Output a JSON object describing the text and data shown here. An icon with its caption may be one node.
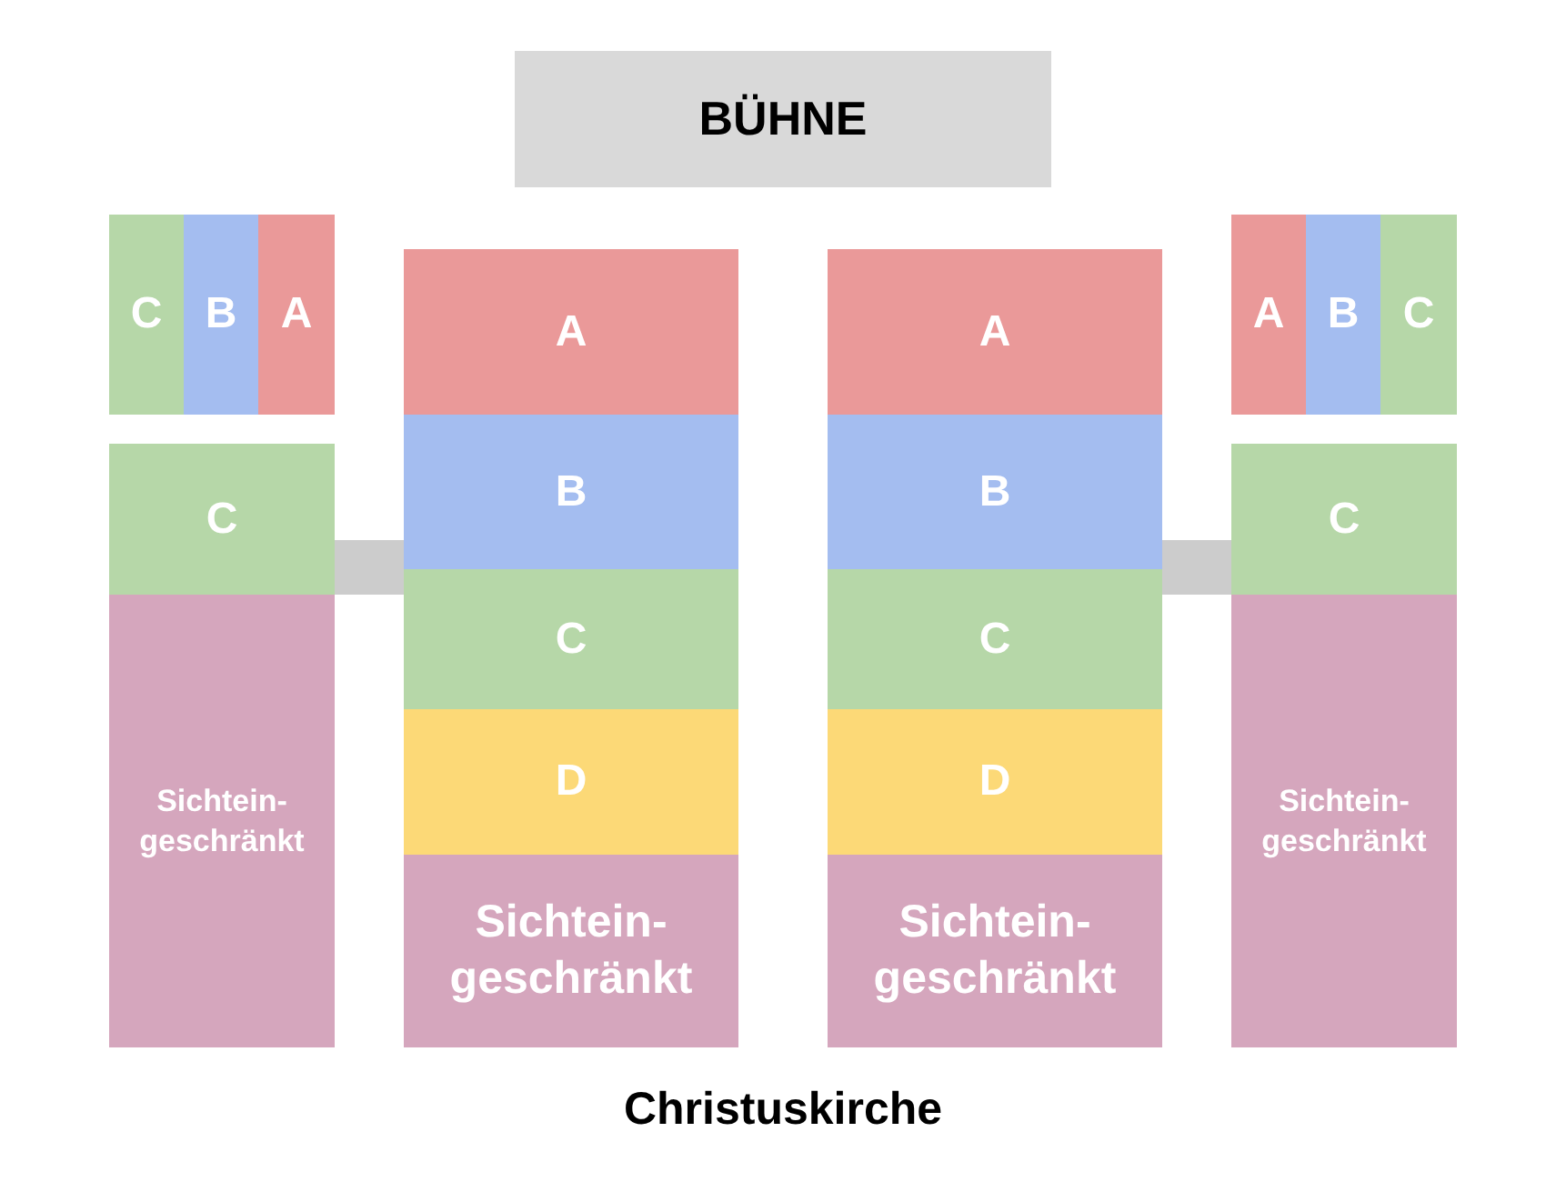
{
  "diagram": {
    "caption": "Christuskirche",
    "nodes": [
      {
        "text": [
          "BÜHNE"
        ]
      },
      {
        "text": [
          "C"
        ]
      },
      {
        "text": [
          "B"
        ]
      },
      {
        "text": [
          "A"
        ]
      },
      {
        "text": [
          "A"
        ]
      },
      {
        "text": [
          "B"
        ]
      },
      {
        "text": [
          "C"
        ]
      },
      {
        "text": [
          "D"
        ]
      },
      {
        "text": [
          "Sichtein- geschränkt"
        ]
      },
      {
        "text": [
          "A"
        ]
      },
      {
        "text": [
          "B"
        ]
      },
      {
        "text": [
          "C"
        ]
      },
      {
        "text": [
          "D"
        ]
      },
      {
        "text": [
          "Sichtein- geschränkt"
        ]
      },
      {
        "text": [
          "A"
        ]
      },
      {
        "text": [
          "B"
        ]
      },
      {
        "text": [
          "C"
        ]
      },
      {
        "text": [
          "C"
        ]
      },
      {
        "text": [
          "Sichtein- geschränkt"
        ]
      },
      {
        "text": [
          "C"
        ]
      },
      {
        "text": [
          "Sichtein- geschränkt"
        ]
      }
    ],
    "edges": [
      {
        "from": 17,
        "to": 5,
        "arrow": "none"
      },
      {
        "from": 10,
        "to": 19,
        "arrow": "none"
      }
    ]
  }
}
